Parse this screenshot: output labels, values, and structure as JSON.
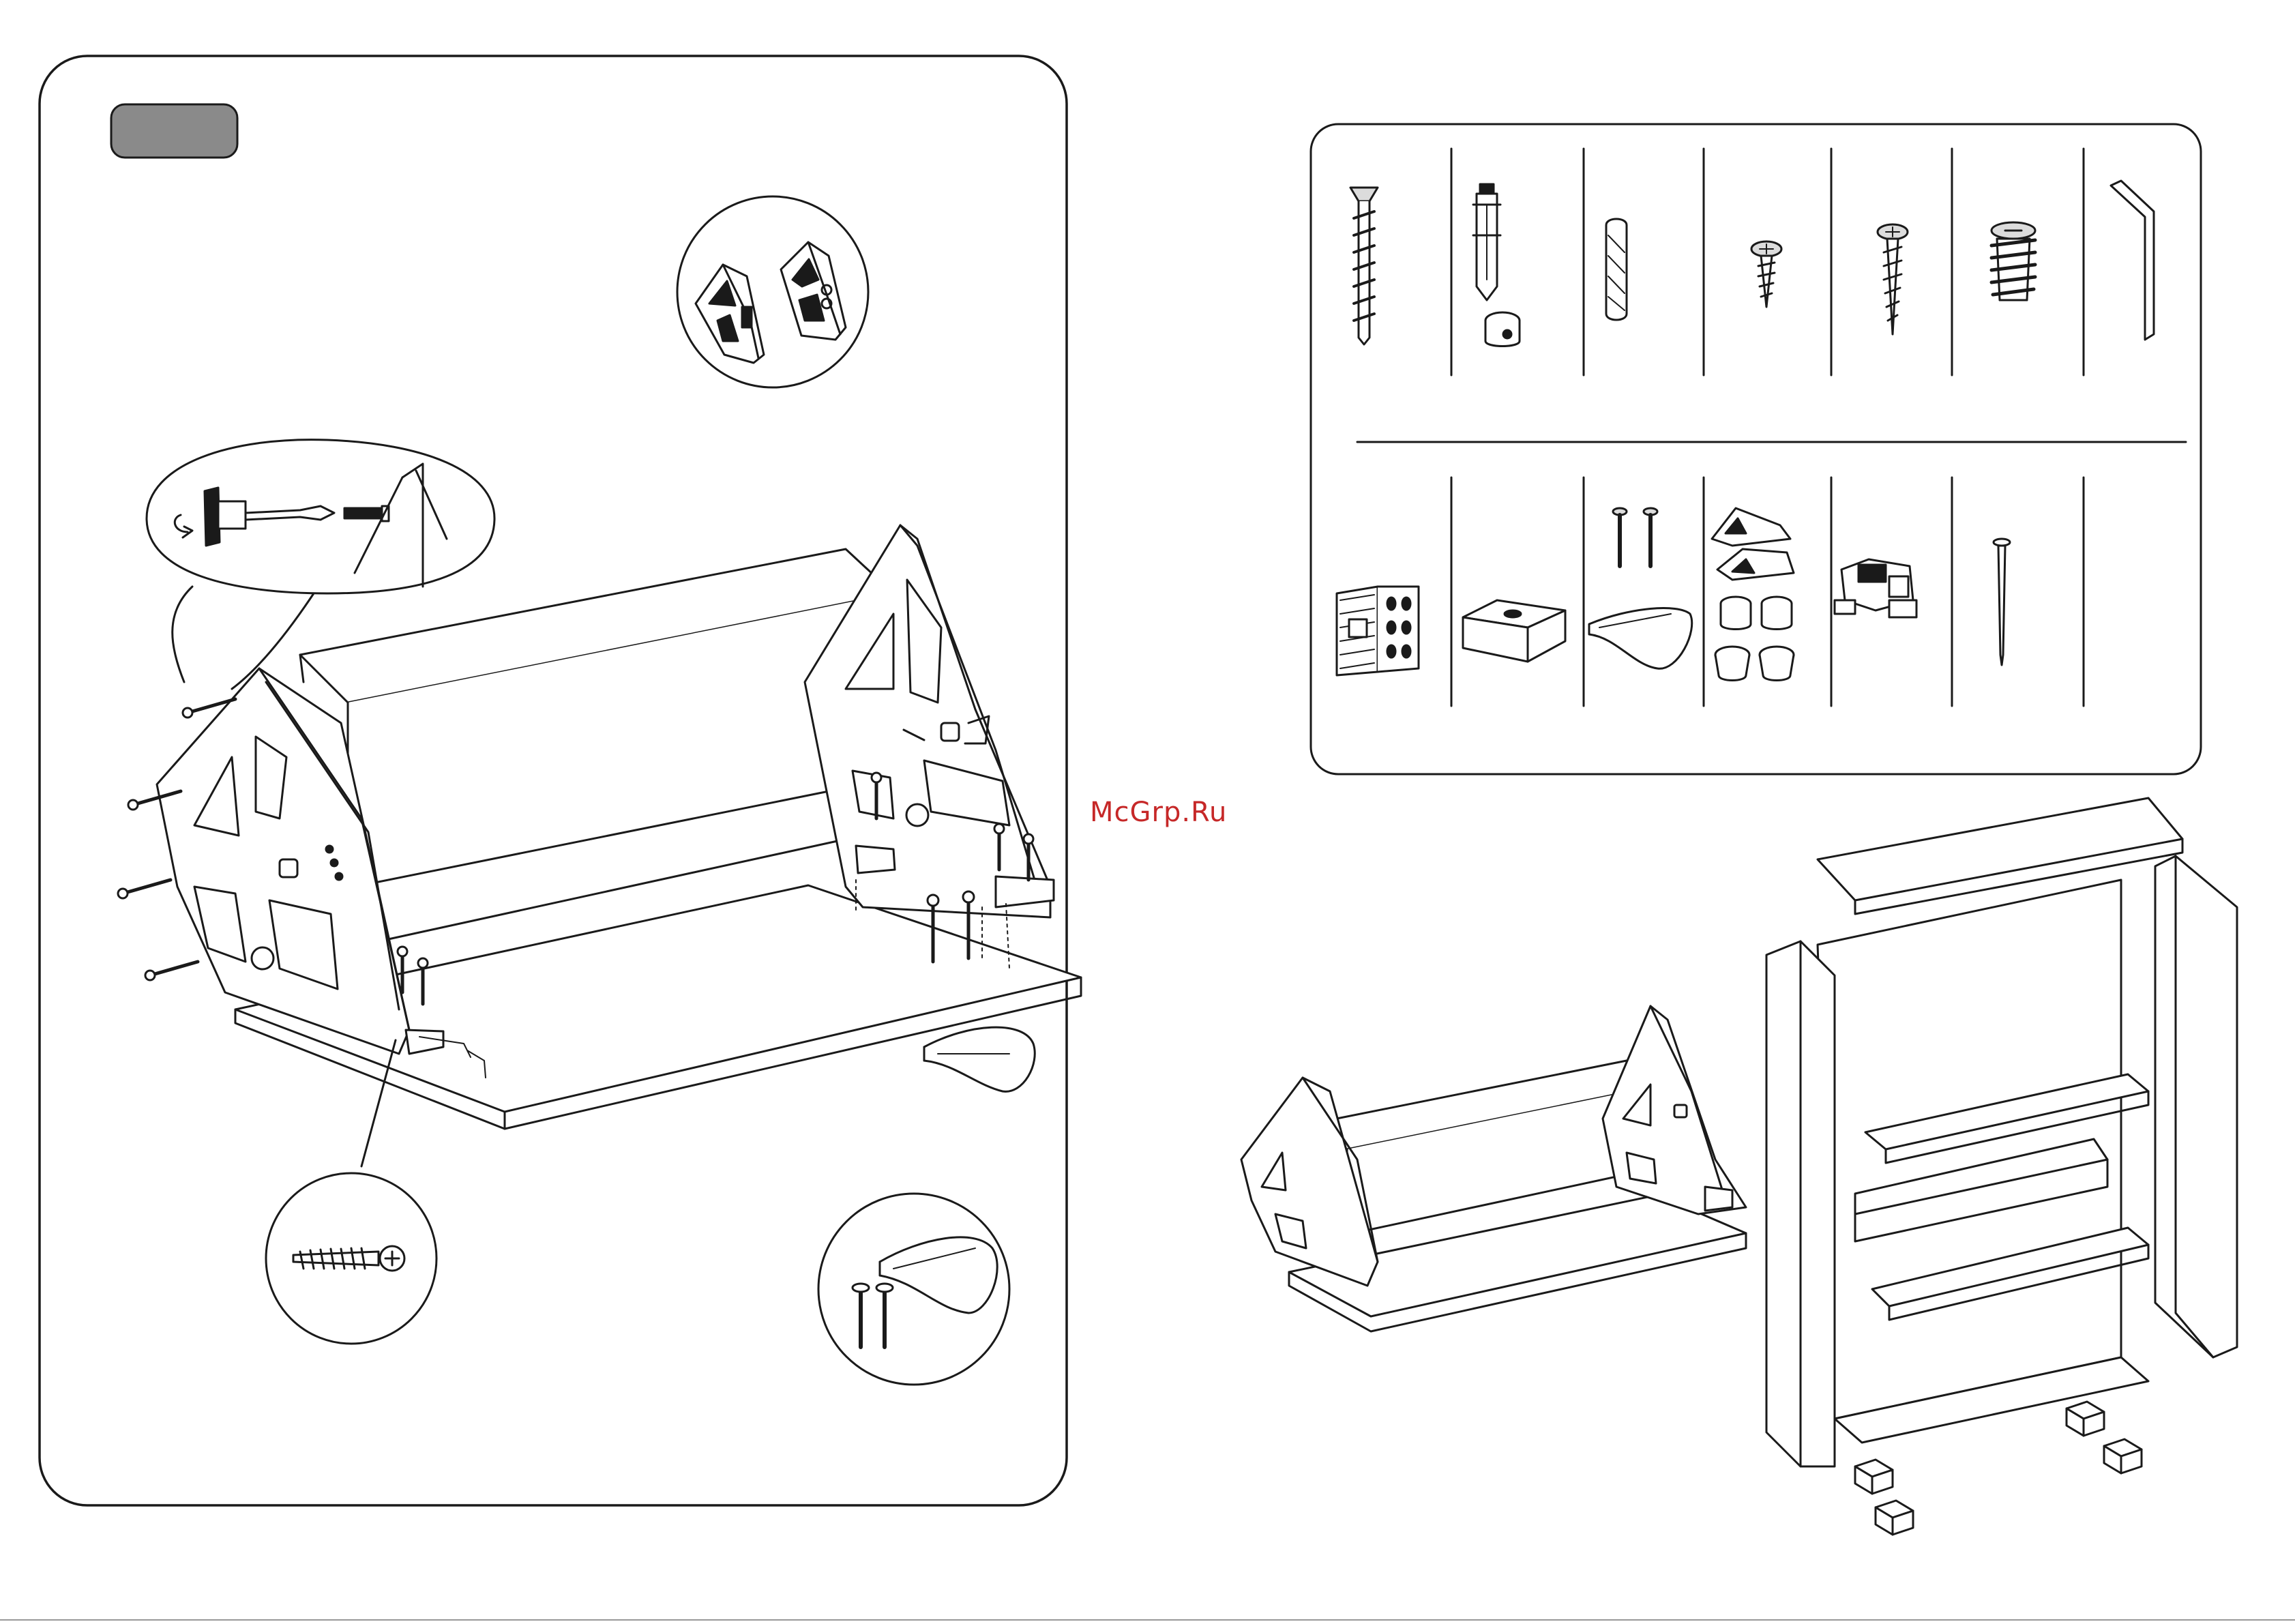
{
  "watermark": {
    "text": "McGrp.Ru",
    "color": "#c62828"
  },
  "step_badge": {
    "fill": "#8a8a8a",
    "label": ""
  },
  "colors": {
    "line": "#1a1a1a",
    "panel_bg": "#ffffff",
    "hardware_fill": "#dcdcdc"
  },
  "hardware_panel": {
    "top_row_icons": [
      "confirmat-screw-icon",
      "cam-bolt-and-lock-icon",
      "wooden-dowel-icon",
      "short-screw-icon",
      "wood-screw-icon",
      "threaded-insert-icon",
      "hex-key-icon"
    ],
    "bottom_row_icons": [
      "angle-bracket-icon",
      "support-block-icon",
      "handle-with-screws-icon",
      "shoe-rack-hinges-and-bushings-icon",
      "door-catch-icon",
      "nail-icon",
      "empty-slot"
    ]
  },
  "callouts": [
    "hinge-bracket-pair-detail",
    "cam-bolt-insertion-detail",
    "wood-screw-detail",
    "handle-mounting-detail"
  ]
}
